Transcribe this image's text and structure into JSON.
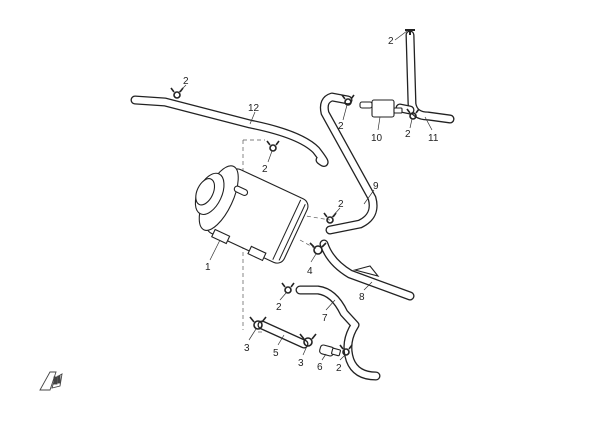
{
  "diagram": {
    "title": "",
    "callouts": [
      {
        "id": "c-2a",
        "text": "2"
      },
      {
        "id": "c-2b",
        "text": "2"
      },
      {
        "id": "c-12",
        "text": "12"
      },
      {
        "id": "c-2c",
        "text": "2"
      },
      {
        "id": "c-10",
        "text": "10"
      },
      {
        "id": "c-2d",
        "text": "2"
      },
      {
        "id": "c-11",
        "text": "11"
      },
      {
        "id": "c-2e",
        "text": "2"
      },
      {
        "id": "c-9",
        "text": "9"
      },
      {
        "id": "c-2f",
        "text": "2"
      },
      {
        "id": "c-1",
        "text": "1"
      },
      {
        "id": "c-4",
        "text": "4"
      },
      {
        "id": "c-8",
        "text": "8"
      },
      {
        "id": "c-2g",
        "text": "2"
      },
      {
        "id": "c-7",
        "text": "7"
      },
      {
        "id": "c-3a",
        "text": "3"
      },
      {
        "id": "c-5",
        "text": "5"
      },
      {
        "id": "c-3b",
        "text": "3"
      },
      {
        "id": "c-6",
        "text": "6"
      },
      {
        "id": "c-2h",
        "text": "2"
      }
    ],
    "orientation_icon": "front-direction-arrow-icon"
  }
}
